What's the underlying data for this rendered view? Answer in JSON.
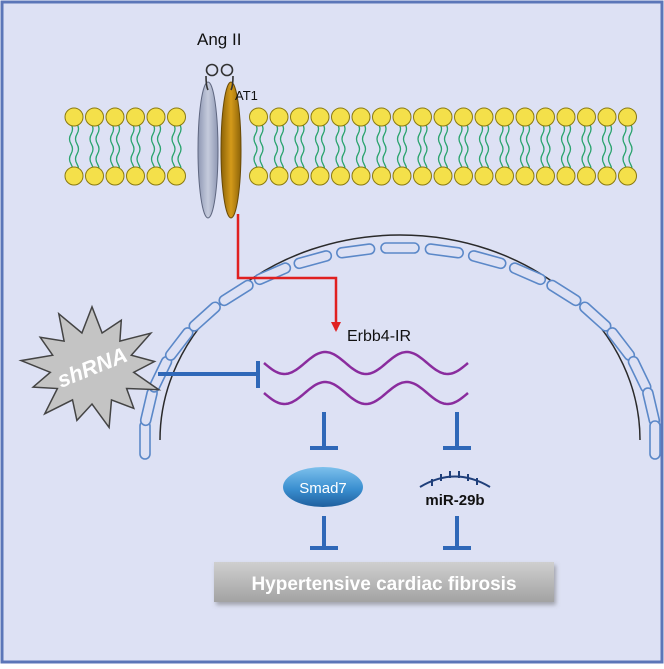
{
  "labels": {
    "ligand": "Ang II",
    "receptor": "AT1",
    "lncrna": "Erbb4-IR",
    "inhibitor": "shRNA",
    "protein": "Smad7",
    "mirna": "miR-29b",
    "outcome": "Hypertensive cardiac fibrosis"
  },
  "colors": {
    "background": "#dde1f4",
    "frame": "#5b76b8",
    "lipid_head": "#f4e04a",
    "lipid_tail": "#2aa36e",
    "receptor_gray": "#a9b1c8",
    "receptor_gold": "#b8860b",
    "activation_arrow": "#e02020",
    "inhibition_line": "#2f68b8",
    "rna_wave": "#8a2c9e",
    "nucleus_outline": "#5b88c8",
    "smad7_fill": "#3a8fd0",
    "outcome_box": "#b4b4b4"
  },
  "icons": {
    "ligand": "ligand-pair-icon",
    "mirna": "mirna-hairpin-icon",
    "inhibitor": "starburst-icon"
  }
}
